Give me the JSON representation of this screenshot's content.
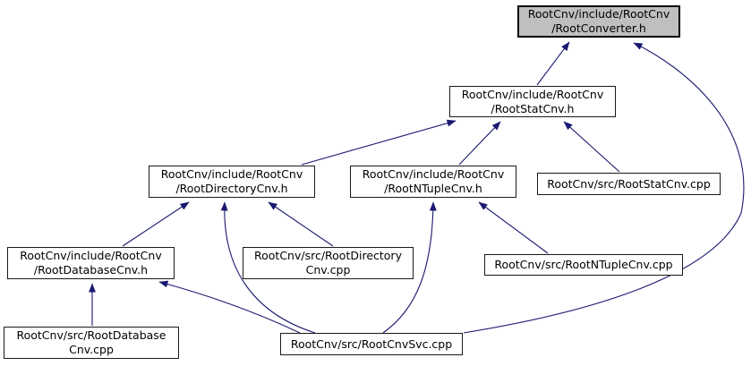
{
  "graph": {
    "kind": "include-dependency-graph",
    "background_color": "#ffffff",
    "edge_color": "#191970",
    "node_fill": "#ffffff",
    "node_border_color": "#000000",
    "root_node_fill": "#bfbfbf",
    "text_color": "#000000"
  },
  "nodes": [
    {
      "id": "RootConverter.h",
      "role": "root",
      "label": "RootCnv/include/RootCnv/RootConverter.h",
      "lines": [
        "RootCnv/include/RootCnv",
        "/RootConverter.h"
      ]
    },
    {
      "id": "RootStatCnv.h",
      "role": "header",
      "label": "RootCnv/include/RootCnv/RootStatCnv.h",
      "lines": [
        "RootCnv/include/RootCnv",
        "/RootStatCnv.h"
      ]
    },
    {
      "id": "RootDirectoryCnv.h",
      "role": "header",
      "label": "RootCnv/include/RootCnv/RootDirectoryCnv.h",
      "lines": [
        "RootCnv/include/RootCnv",
        "/RootDirectoryCnv.h"
      ]
    },
    {
      "id": "RootNTupleCnv.h",
      "role": "header",
      "label": "RootCnv/include/RootCnv/RootNTupleCnv.h",
      "lines": [
        "RootCnv/include/RootCnv",
        "/RootNTupleCnv.h"
      ]
    },
    {
      "id": "RootStatCnv.cpp",
      "role": "source",
      "label": "RootCnv/src/RootStatCnv.cpp",
      "lines": [
        "RootCnv/src/RootStatCnv.cpp"
      ]
    },
    {
      "id": "RootDatabaseCnv.h",
      "role": "header",
      "label": "RootCnv/include/RootCnv/RootDatabaseCnv.h",
      "lines": [
        "RootCnv/include/RootCnv",
        "/RootDatabaseCnv.h"
      ]
    },
    {
      "id": "RootDirectoryCnv.cpp",
      "role": "source",
      "label": "RootCnv/src/RootDirectoryCnv.cpp",
      "lines": [
        "RootCnv/src/RootDirectory",
        "Cnv.cpp"
      ]
    },
    {
      "id": "RootNTupleCnv.cpp",
      "role": "source",
      "label": "RootCnv/src/RootNTupleCnv.cpp",
      "lines": [
        "RootCnv/src/RootNTupleCnv.cpp"
      ]
    },
    {
      "id": "RootDatabaseCnv.cpp",
      "role": "source",
      "label": "RootCnv/src/RootDatabaseCnv.cpp",
      "lines": [
        "RootCnv/src/RootDatabase",
        "Cnv.cpp"
      ]
    },
    {
      "id": "RootCnvSvc.cpp",
      "role": "source",
      "label": "RootCnv/src/RootCnvSvc.cpp",
      "lines": [
        "RootCnv/src/RootCnvSvc.cpp"
      ]
    }
  ],
  "edges": [
    {
      "from": "RootCnv/include/RootCnv/RootStatCnv.h",
      "to": "RootCnv/include/RootCnv/RootConverter.h"
    },
    {
      "from": "RootCnv/src/RootCnvSvc.cpp",
      "to": "RootCnv/include/RootCnv/RootConverter.h"
    },
    {
      "from": "RootCnv/include/RootCnv/RootDirectoryCnv.h",
      "to": "RootCnv/include/RootCnv/RootStatCnv.h"
    },
    {
      "from": "RootCnv/include/RootCnv/RootNTupleCnv.h",
      "to": "RootCnv/include/RootCnv/RootStatCnv.h"
    },
    {
      "from": "RootCnv/src/RootStatCnv.cpp",
      "to": "RootCnv/include/RootCnv/RootStatCnv.h"
    },
    {
      "from": "RootCnv/include/RootCnv/RootDatabaseCnv.h",
      "to": "RootCnv/include/RootCnv/RootDirectoryCnv.h"
    },
    {
      "from": "RootCnv/src/RootCnvSvc.cpp",
      "to": "RootCnv/include/RootCnv/RootDirectoryCnv.h"
    },
    {
      "from": "RootCnv/src/RootDirectoryCnv.cpp",
      "to": "RootCnv/include/RootCnv/RootDirectoryCnv.h"
    },
    {
      "from": "RootCnv/src/RootCnvSvc.cpp",
      "to": "RootCnv/include/RootCnv/RootNTupleCnv.h"
    },
    {
      "from": "RootCnv/src/RootNTupleCnv.cpp",
      "to": "RootCnv/include/RootCnv/RootNTupleCnv.h"
    },
    {
      "from": "RootCnv/src/RootDatabaseCnv.cpp",
      "to": "RootCnv/include/RootCnv/RootDatabaseCnv.h"
    },
    {
      "from": "RootCnv/src/RootCnvSvc.cpp",
      "to": "RootCnv/include/RootCnv/RootDatabaseCnv.h"
    }
  ]
}
